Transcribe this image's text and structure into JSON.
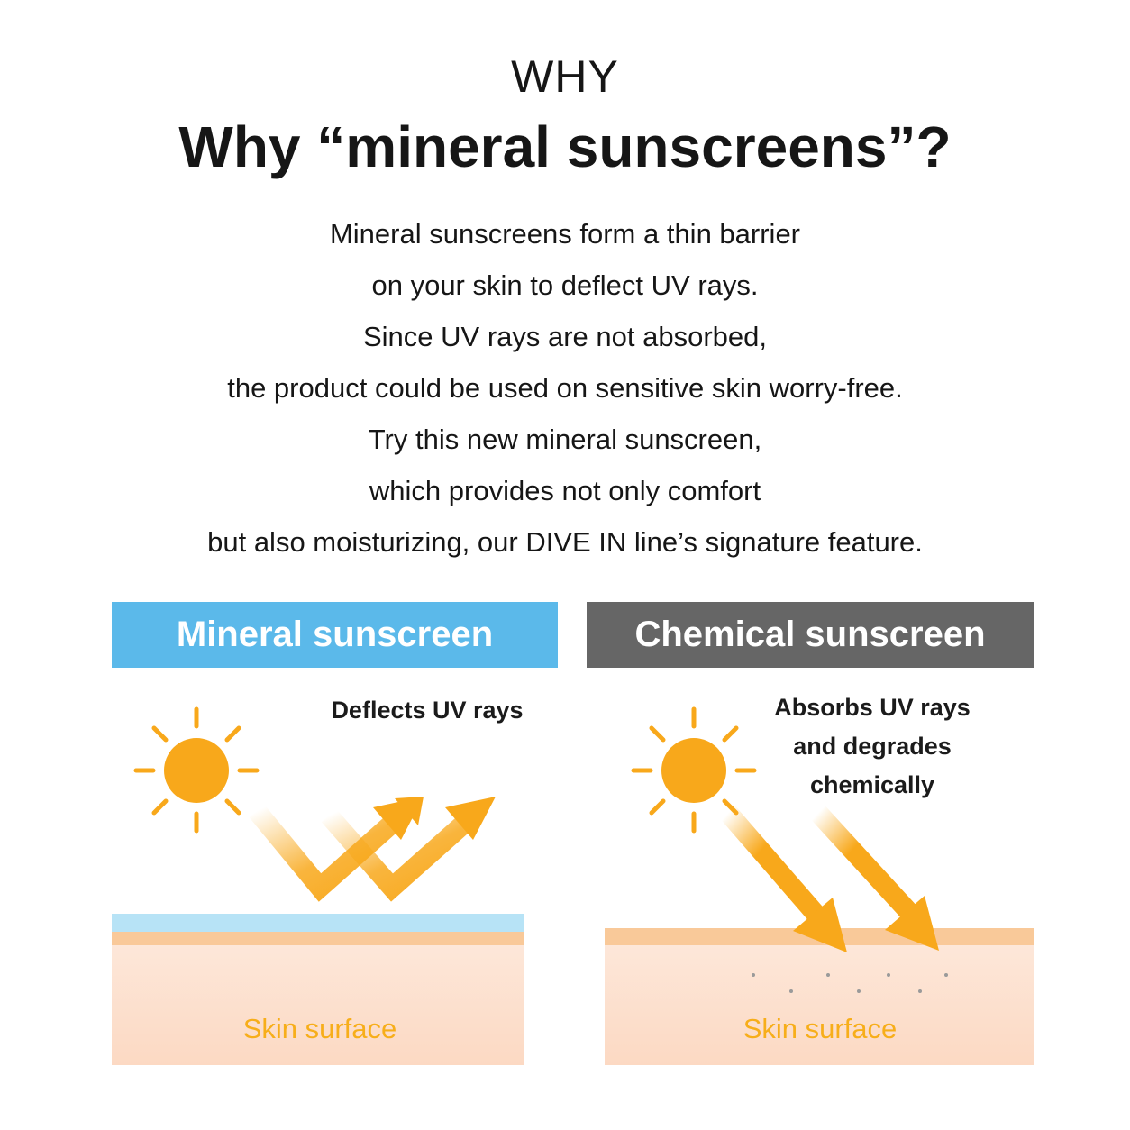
{
  "eyebrow": "WHY",
  "title": "Why “mineral sunscreens”?",
  "description": [
    "Mineral sunscreens form a thin barrier",
    "on your skin to deflect UV rays.",
    "Since UV rays are not absorbed,",
    "the product could be used on sensitive skin worry-free.",
    "Try this new mineral sunscreen,",
    "which provides not only comfort",
    "but also moisturizing, our DIVE IN line’s signature feature."
  ],
  "mineral": {
    "header": "Mineral sunscreen",
    "caption": "Deflects UV rays",
    "skin_label": "Skin surface",
    "header_color": "#5bb9ea"
  },
  "chemical": {
    "header": "Chemical sunscreen",
    "caption": [
      "Absorbs UV rays",
      "and degrades",
      "chemically"
    ],
    "skin_label": "Skin surface",
    "header_color": "#666666"
  },
  "colors": {
    "sun": "#f8a81b",
    "arrow": "#f8a81b",
    "skin": "#fde0cd",
    "skin_top": "#f9c999",
    "barrier": "#b7e3f6"
  },
  "icons": [
    "sun-icon",
    "uv-ray-arrow"
  ]
}
